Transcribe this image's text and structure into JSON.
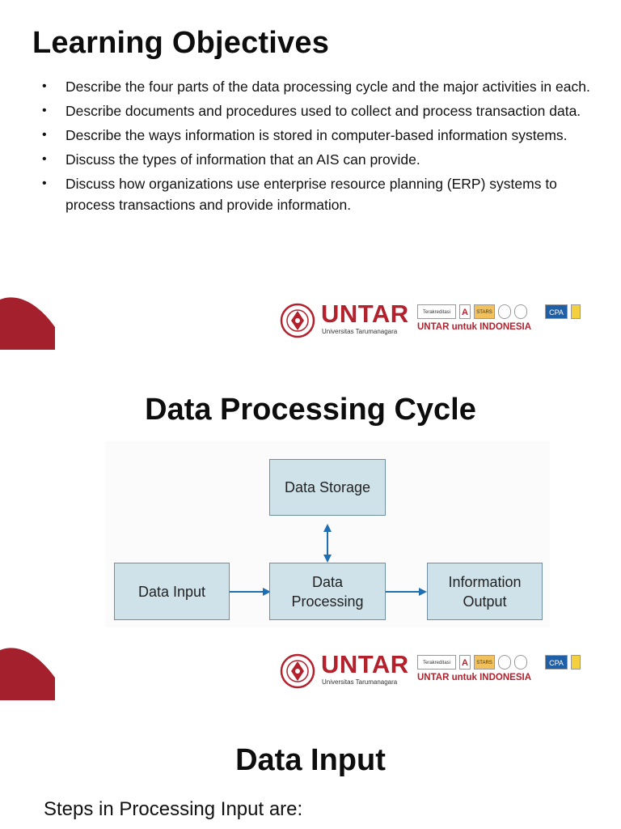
{
  "slide1": {
    "title": "Learning Objectives",
    "bullets": [
      "Describe the four parts of the data processing cycle and the major activities in each.",
      "Describe documents and procedures used to collect and process transaction data.",
      "Describe the ways information is stored in computer-based information systems.",
      "Discuss the types of information that an AIS can provide.",
      "Discuss how organizations use enterprise resource planning (ERP) systems to process transactions and provide information."
    ],
    "bullet_glyph": "•"
  },
  "branding": {
    "name": "UNTAR",
    "subtitle": "Universitas Tarumanagara",
    "tagline_prefix": "UNTAR",
    "tagline_mid": " untuk ",
    "tagline_suffix": "INDONESIA",
    "badges": [
      "Terakreditasi",
      "A",
      "STARS",
      "",
      "",
      "CPA",
      "",
      ""
    ],
    "brand_color": "#b3212d"
  },
  "slide2": {
    "title": "Data Processing Cycle",
    "nodes": {
      "storage": "Data Storage",
      "input": "Data Input",
      "processing_line1": "Data",
      "processing_line2": "Processing",
      "output_line1": "Information",
      "output_line2": "Output"
    },
    "box_color": "#cfe2ea",
    "arrow_color": "#1f6fb2"
  },
  "slide3": {
    "title": "Data Input",
    "steps_heading": "Steps in Processing Input are:"
  }
}
